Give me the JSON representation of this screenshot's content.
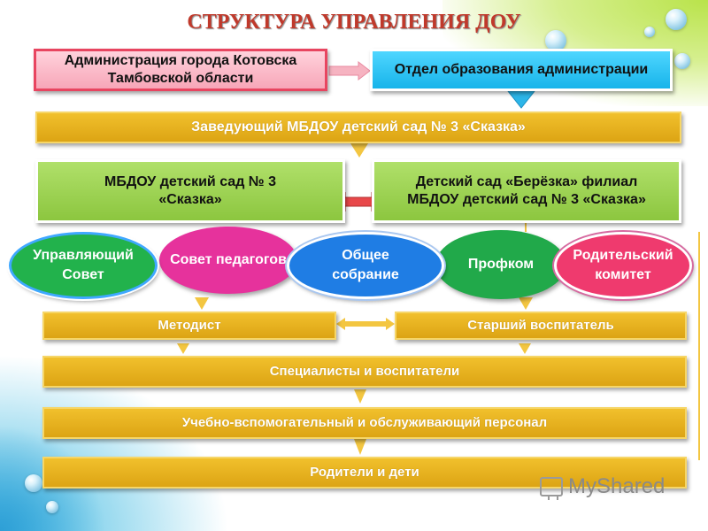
{
  "title": "СТРУКТУРА УПРАВЛЕНИЯ ДОУ",
  "nodes": {
    "city_admin": "Администрация города Котовска Тамбовской области",
    "edu_department": "Отдел образования администрации",
    "head": "Заведующий МБДОУ детский сад № 3 «Сказка»",
    "kindergarten": "МБДОУ  детский сад № 3 «Сказка»",
    "branch": "Детский сад «Берёзка» филиал МБДОУ детский сад № 3 «Сказка»",
    "methodist": "Методист",
    "senior_teacher": "Старший воспитатель",
    "specialists": "Специалисты и воспитатели",
    "support_staff": "Учебно-вспомогательный  и обслуживающий персонал",
    "parents": "Родители и дети"
  },
  "councils": [
    {
      "label": "Управляющий Совет"
    },
    {
      "label": "Совет педагогов"
    },
    {
      "label": "Общее собрание"
    },
    {
      "label": "Профком"
    },
    {
      "label": "Родительский комитет"
    }
  ],
  "watermark": "MyShared",
  "colors": {
    "title": "#c0392b",
    "gold": "#e5b020",
    "green": "#9bd452",
    "pink": "#f9b4c4",
    "blue": "#27c3f5",
    "arrow_red": "#e8484a"
  }
}
